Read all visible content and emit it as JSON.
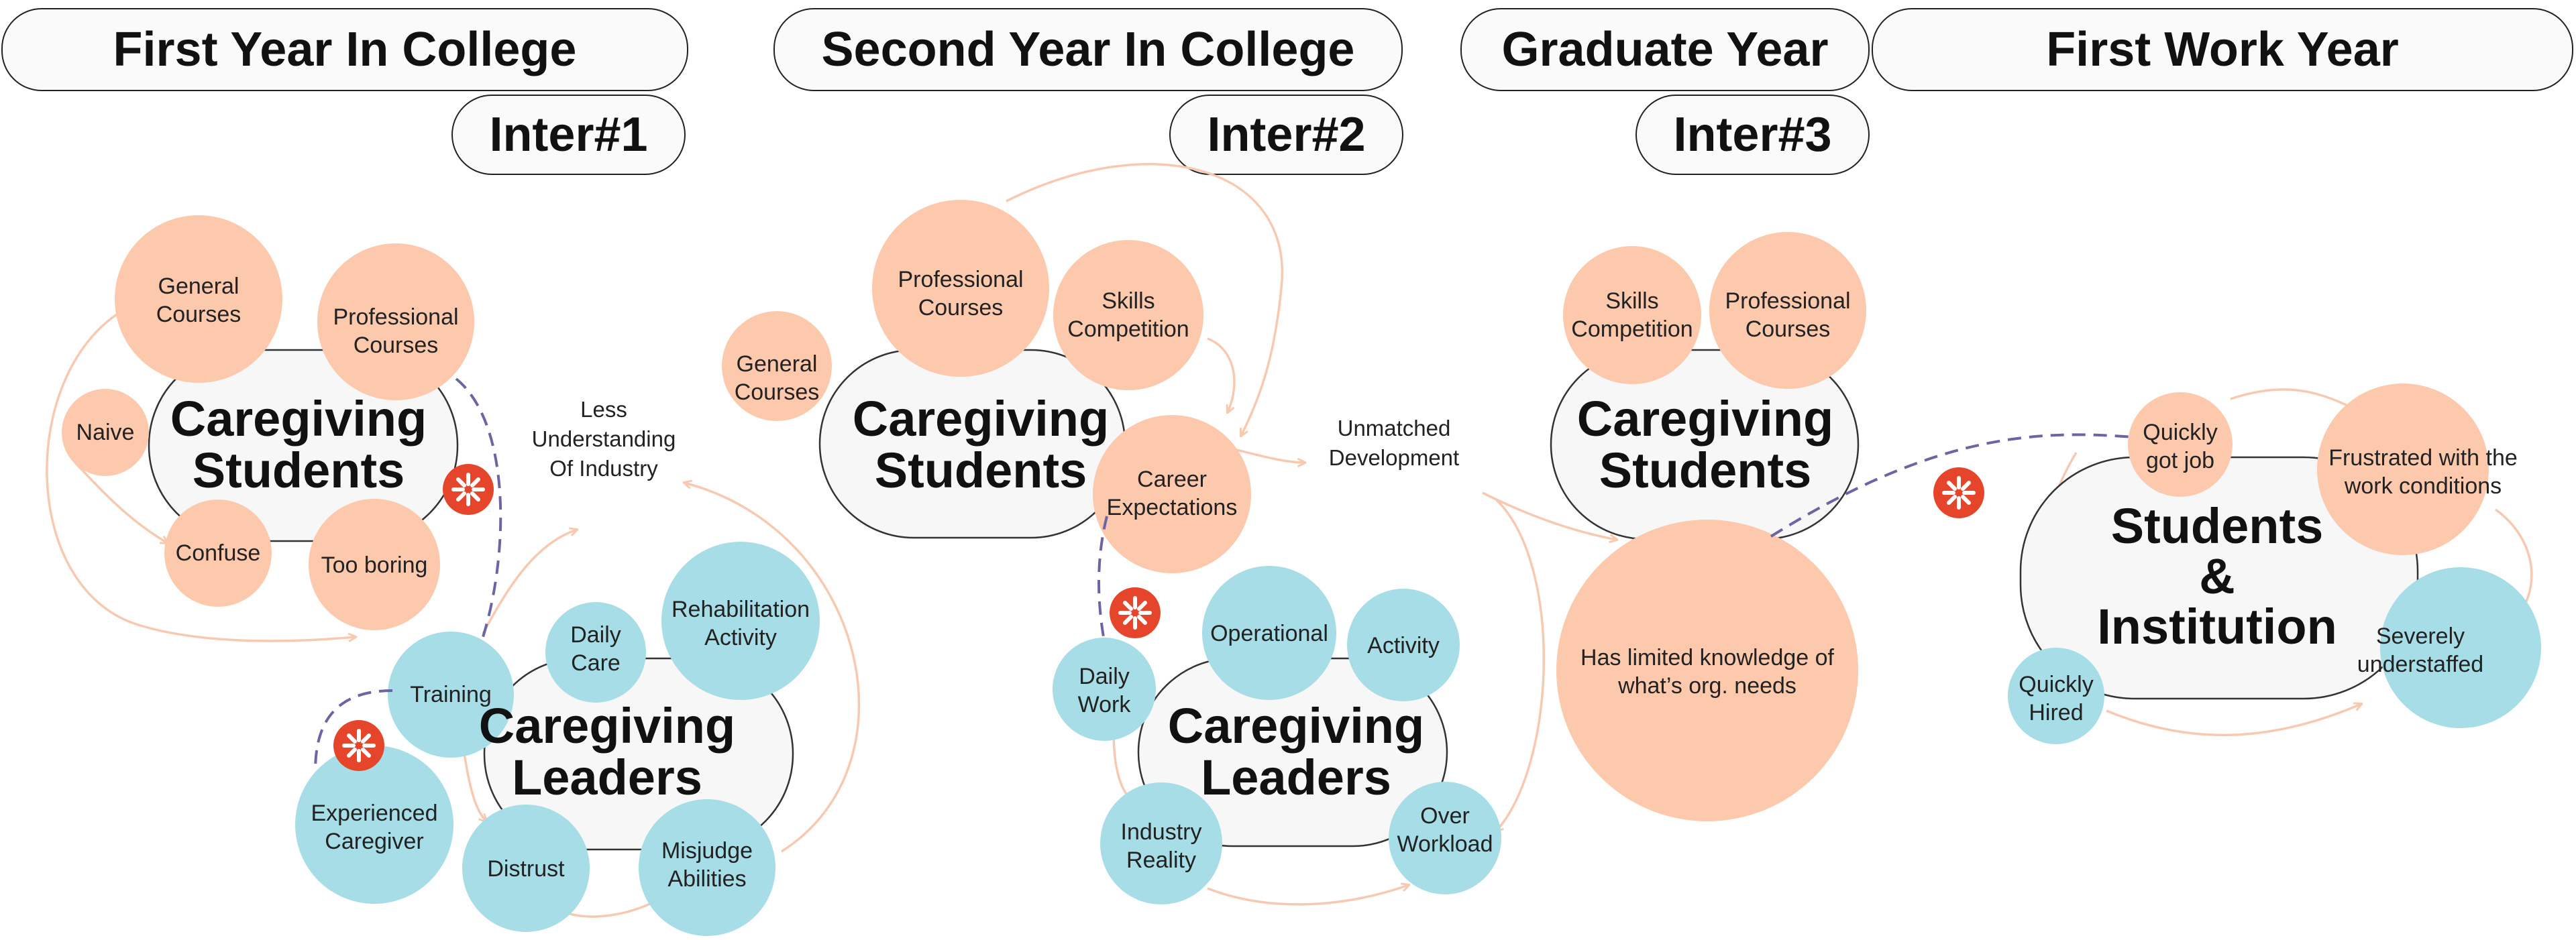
{
  "colors": {
    "peach": "#fcc9ad",
    "blue": "#a7dde6",
    "arrow": "#f7c9b1",
    "dashed": "#6a65a4",
    "badge": "#e5462b",
    "hub_fill": "#f7f7f7",
    "hub_stroke": "#333333"
  },
  "icons": {
    "conflict": "conflict-burst-icon"
  },
  "header": {
    "phases": [
      "First Year In College",
      "Second Year In College",
      "Graduate Year",
      "First Work Year"
    ],
    "interviews": [
      "Inter#1",
      "Inter#2",
      "Inter#3"
    ]
  },
  "hubs": {
    "students_1": [
      "Caregiving",
      "Students"
    ],
    "leaders_1": [
      "Caregiving",
      "Leaders"
    ],
    "students_2": [
      "Caregiving",
      "Students"
    ],
    "leaders_2": [
      "Caregiving",
      "Leaders"
    ],
    "students_3": [
      "Caregiving",
      "Students"
    ],
    "institution": [
      "Students",
      "&",
      "Institution"
    ]
  },
  "bubbles": {
    "general_courses_1": [
      "General",
      "Courses"
    ],
    "professional_courses_1": [
      "Professional",
      "Courses"
    ],
    "naive": [
      "Naive"
    ],
    "confuse": [
      "Confuse"
    ],
    "too_boring": [
      "Too boring"
    ],
    "training": [
      "Training"
    ],
    "daily_care": [
      "Daily",
      "Care"
    ],
    "rehabilitation_activity": [
      "Rehabilitation",
      "Activity"
    ],
    "experienced_caregiver": [
      "Experienced",
      "Caregiver"
    ],
    "distrust": [
      "Distrust"
    ],
    "misjudge_abilities": [
      "Misjudge",
      "Abilities"
    ],
    "general_courses_2": [
      "General",
      "Courses"
    ],
    "professional_courses_2": [
      "Professional",
      "Courses"
    ],
    "skills_competition_2": [
      "Skills",
      "Competition"
    ],
    "career_expectations": [
      "Career",
      "Expectations"
    ],
    "daily_work": [
      "Daily",
      "Work"
    ],
    "operational": [
      "Operational"
    ],
    "activity": [
      "Activity"
    ],
    "industry_reality": [
      "Industry",
      "Reality"
    ],
    "over_workload": [
      "Over",
      "Workload"
    ],
    "skills_competition_3": [
      "Skills",
      "Competition"
    ],
    "professional_courses_3": [
      "Professional",
      "Courses"
    ],
    "limited_knowledge": [
      "Has limited knowledge of",
      "what’s org. needs"
    ],
    "quickly_got_job": [
      "Quickly",
      "got job"
    ],
    "frustrated": [
      "Frustrated with the",
      "work conditions"
    ],
    "severely_understaffed": [
      "Severely",
      "understaffed"
    ],
    "quickly_hired": [
      "Quickly",
      "Hired"
    ]
  },
  "labels": {
    "less_understanding": [
      "Less",
      "Understanding",
      "Of Industry"
    ],
    "unmatched_development": [
      "Unmatched",
      "Development"
    ]
  }
}
